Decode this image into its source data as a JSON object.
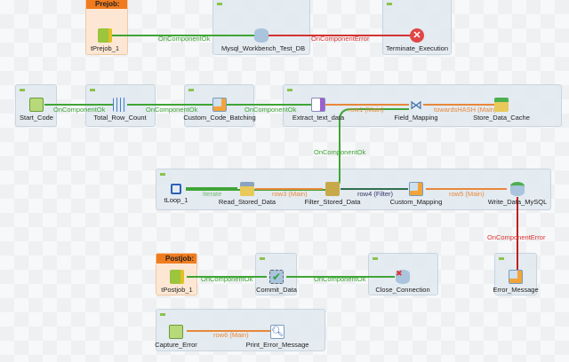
{
  "subjobs": {
    "prejob": "Prejob:",
    "postjob": "Postjob:"
  },
  "nodes": {
    "tPrejob_1": {
      "label": "tPrejob_1",
      "icon": "prejob-icon"
    },
    "mysql": {
      "label": "Mysql_Workbench_Test_DB",
      "icon": "database-connection-icon"
    },
    "terminate": {
      "label": "Terminate_Execution",
      "icon": "error-x-icon"
    },
    "start": {
      "label": "Start_Code",
      "icon": "java-code-icon"
    },
    "total": {
      "label": "Total_Row_Count",
      "icon": "table-icon"
    },
    "custom": {
      "label": "Custom_Code_Batching",
      "icon": "java-code-icon"
    },
    "extract": {
      "label": "Extract_text_data",
      "icon": "file-input-icon"
    },
    "fieldmap": {
      "label": "Field_Mapping",
      "icon": "map-icon"
    },
    "store": {
      "label": "Store_Data_Cache",
      "icon": "hash-output-icon"
    },
    "loop": {
      "label": "tLoop_1",
      "icon": "loop-icon"
    },
    "read": {
      "label": "Read_Stored_Data",
      "icon": "hash-input-icon"
    },
    "filter": {
      "label": "Filter_Stored_Data",
      "icon": "filter-icon"
    },
    "cmap": {
      "label": "Custom_Mapping",
      "icon": "java-row-icon"
    },
    "write": {
      "label": "Write_Data_MySQL",
      "icon": "database-output-icon"
    },
    "postjob": {
      "label": "tPostjob_1",
      "icon": "postjob-icon"
    },
    "commit": {
      "label": "Commit_Data",
      "icon": "commit-icon"
    },
    "close": {
      "label": "Close_Connection",
      "icon": "close-connection-icon"
    },
    "errmsg": {
      "label": "Error_Message",
      "icon": "java-code-icon"
    },
    "capture": {
      "label": "Capture_Error",
      "icon": "log-catcher-icon"
    },
    "print": {
      "label": "Print_Error_Message",
      "icon": "log-row-icon"
    }
  },
  "links": {
    "l1": "OnComponentOk",
    "l2": "OnComponentError",
    "l3": "OnComponentOk",
    "l4": "OnComponentOk",
    "l5": "OnComponentOk",
    "l6": "row1 (Main)",
    "l7": "towardsHASH (Main)",
    "l8": "OnComponentOk",
    "l9": "Iterate",
    "l10": "row3 (Main)",
    "l11": "row4 (Filter)",
    "l12": "row5 (Main)",
    "l13": "OnComponentError",
    "l14": "OnComponentOk",
    "l15": "OnComponentOk",
    "l16": "row6 (Main)"
  },
  "colors": {
    "ok": "#3fa535",
    "error": "#d33333",
    "main": "#e8883a",
    "filter": "#2f6f4f"
  }
}
